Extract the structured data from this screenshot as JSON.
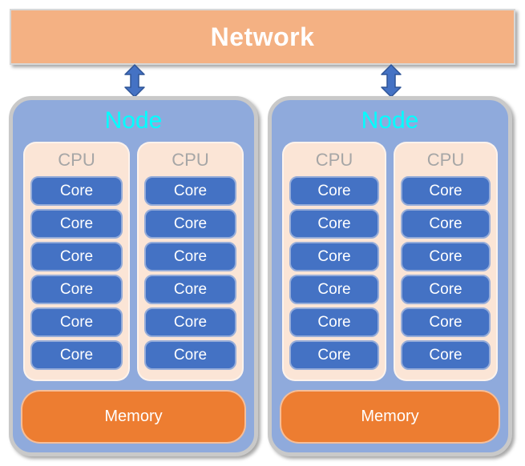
{
  "network": {
    "label": "Network"
  },
  "icons": {
    "network_node_link": "double-vertical-arrow"
  },
  "nodes": [
    {
      "title": "Node",
      "cpus": [
        {
          "label": "CPU",
          "cores": [
            "Core",
            "Core",
            "Core",
            "Core",
            "Core",
            "Core"
          ]
        },
        {
          "label": "CPU",
          "cores": [
            "Core",
            "Core",
            "Core",
            "Core",
            "Core",
            "Core"
          ]
        }
      ],
      "memory": "Memory"
    },
    {
      "title": "Node",
      "cpus": [
        {
          "label": "CPU",
          "cores": [
            "Core",
            "Core",
            "Core",
            "Core",
            "Core",
            "Core"
          ]
        },
        {
          "label": "CPU",
          "cores": [
            "Core",
            "Core",
            "Core",
            "Core",
            "Core",
            "Core"
          ]
        }
      ],
      "memory": "Memory"
    }
  ],
  "colors": {
    "network_fill": "#F4B183",
    "node_fill": "#8FAADC",
    "node_border": "#C9C9C9",
    "node_title": "#00FFFF",
    "cpu_fill": "#FBE5D6",
    "cpu_label": "#A6A6A6",
    "core_fill": "#4472C4",
    "core_border": "#95ACD9",
    "core_text": "#FFFFFF",
    "memory_fill": "#ED7D31",
    "memory_text": "#FFFFFF",
    "arrow_fill": "#4472C4",
    "arrow_stroke": "#2F5597"
  }
}
